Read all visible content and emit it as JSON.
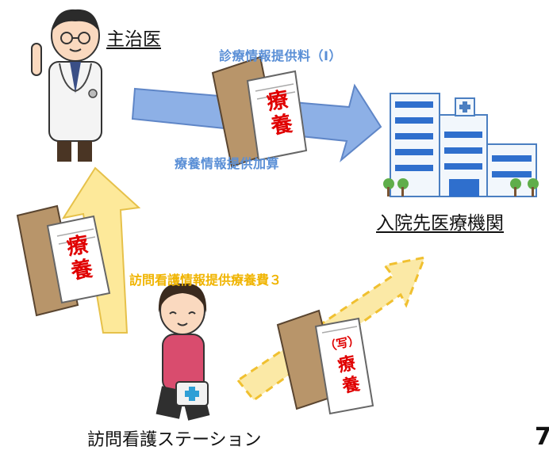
{
  "nodes": {
    "doctor": {
      "label": "主治医"
    },
    "hospital": {
      "label": "入院先医療機関"
    },
    "station": {
      "label": "訪問看護ステーション"
    }
  },
  "flows": {
    "doctor_to_hospital_fee": "診療情報提供料（Ⅰ）",
    "nursing_addition": "療養情報提供加算",
    "station_fee": "訪問看護情報提供療養費３"
  },
  "documents": {
    "doc1": {
      "line1": "療",
      "line2": "養"
    },
    "doc2": {
      "line1": "療",
      "line2": "養"
    },
    "doc3": {
      "copy_mark": "（写）",
      "line1": "療",
      "line2": "養"
    }
  },
  "page_number": "7",
  "colors": {
    "blue_arrow": "#7fa6e0",
    "yellow_arrow": "#fbe48a",
    "doc_text": "#e00000",
    "blue_caption": "#5a8fd6",
    "orange_caption": "#f0b400"
  },
  "icons": [
    "doctor-icon",
    "hospital-icon",
    "nurse-icon",
    "envelope-icon"
  ]
}
